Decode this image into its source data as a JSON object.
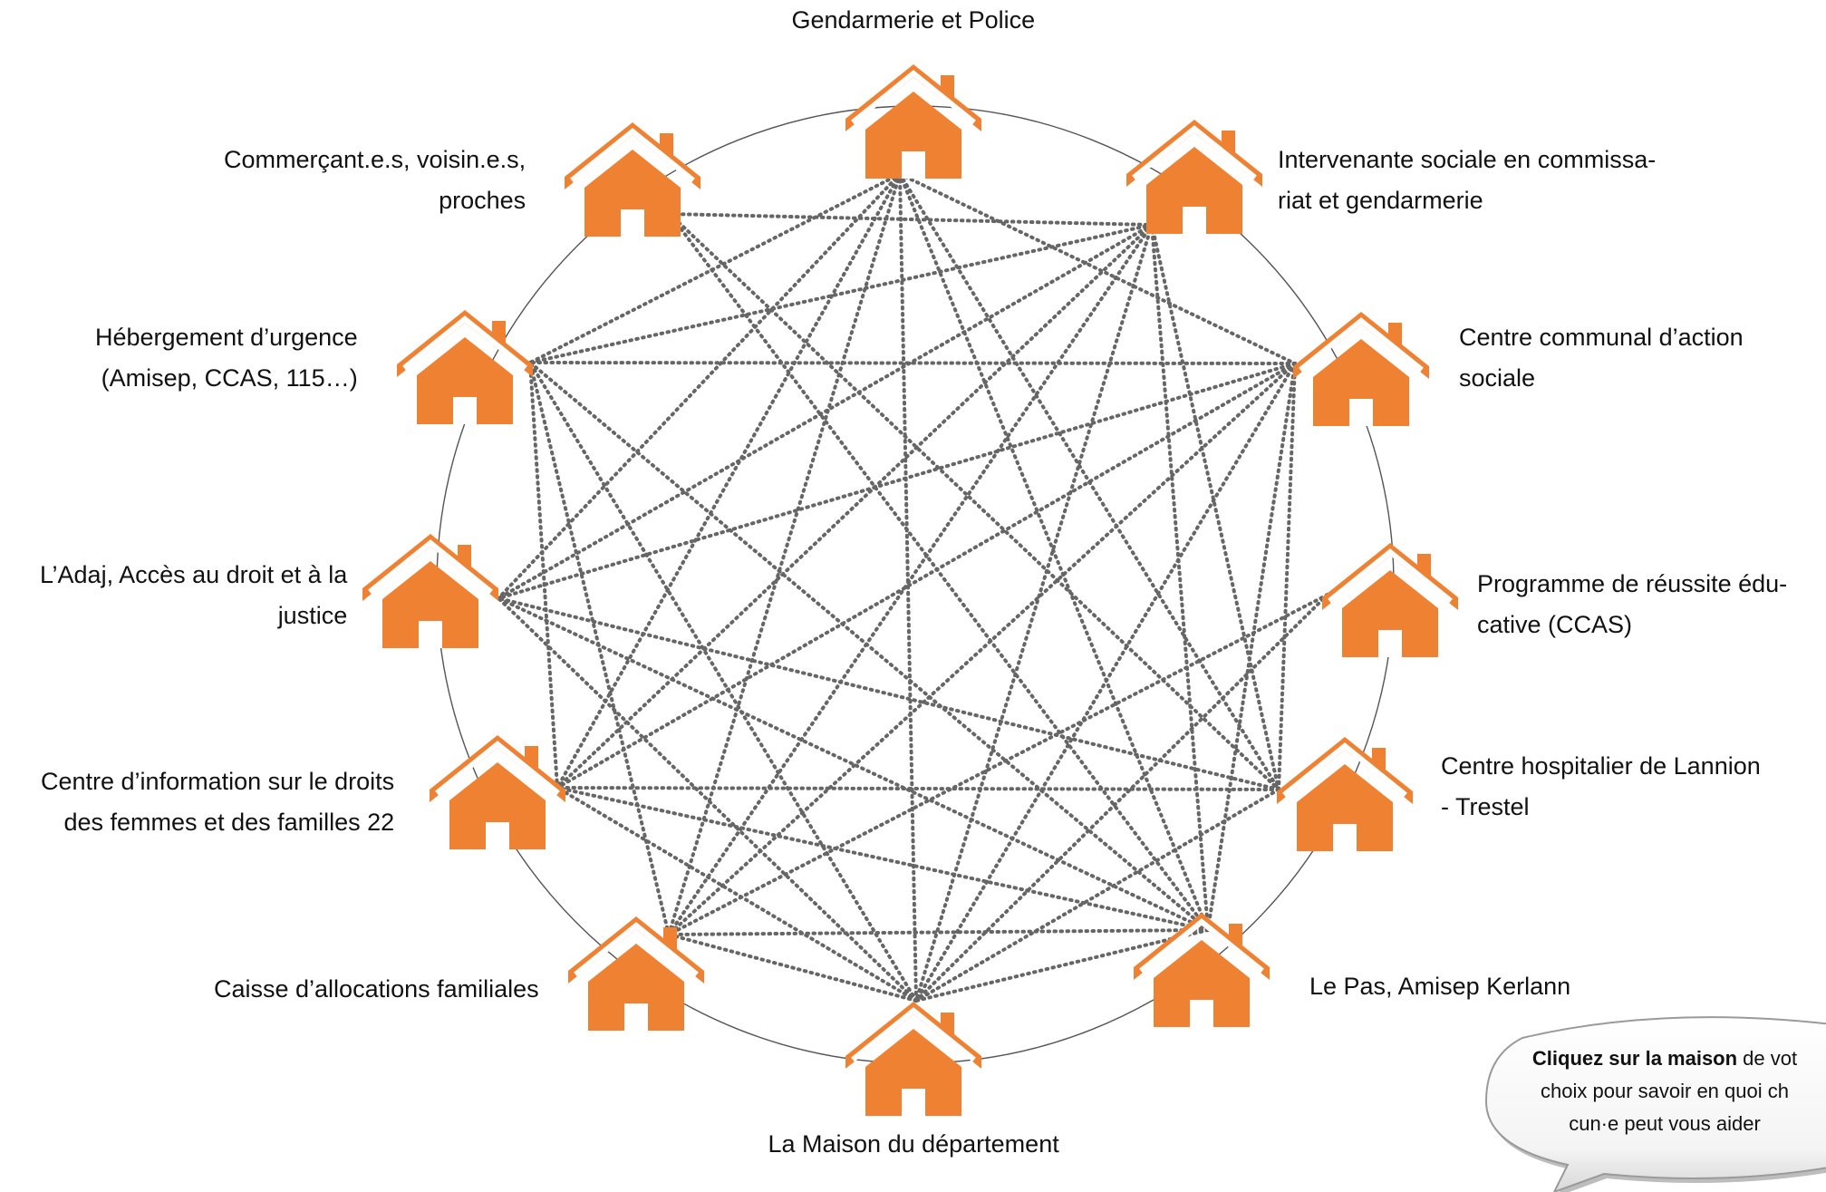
{
  "diagram": {
    "colors": {
      "house": "#ef8133",
      "house_stroke": "#ffffff",
      "circle": "#555555",
      "connection": "#666666",
      "label": "#111111"
    },
    "nodes": [
      {
        "id": "gendarmerie",
        "label_lines": [
          "Gendarmerie et Police"
        ]
      },
      {
        "id": "intervenante",
        "label_lines": [
          "Intervenante sociale en commissa-",
          "riat et gendarmerie"
        ]
      },
      {
        "id": "ccas",
        "label_lines": [
          "Centre communal d’action",
          "sociale"
        ]
      },
      {
        "id": "reussite",
        "label_lines": [
          "Programme de réussite édu-",
          "cative (CCAS)"
        ]
      },
      {
        "id": "hopital",
        "label_lines": [
          "Centre hospitalier de Lannion",
          "- Trestel"
        ]
      },
      {
        "id": "lepas",
        "label_lines": [
          "Le Pas, Amisep Kerlann"
        ]
      },
      {
        "id": "maison-departement",
        "label_lines": [
          "La Maison du département"
        ]
      },
      {
        "id": "caf",
        "label_lines": [
          "Caisse d’allocations familiales"
        ]
      },
      {
        "id": "cidff",
        "label_lines": [
          "Centre d’information sur le droits",
          "des femmes et des familles 22"
        ]
      },
      {
        "id": "adaj",
        "label_lines": [
          "L’Adaj, Accès au droit et à la",
          "justice"
        ]
      },
      {
        "id": "hebergement",
        "label_lines": [
          "Hébergement d’urgence",
          "(Amisep, CCAS, 115…)"
        ]
      },
      {
        "id": "commercants",
        "label_lines": [
          "Commerçant.e.s, voisin.e.s,",
          "proches"
        ]
      }
    ],
    "connections": [
      [
        "commercants",
        "intervenante"
      ],
      [
        "commercants",
        "hopital"
      ],
      [
        "commercants",
        "lepas"
      ],
      [
        "gendarmerie",
        "hebergement"
      ],
      [
        "gendarmerie",
        "adaj"
      ],
      [
        "gendarmerie",
        "cidff"
      ],
      [
        "gendarmerie",
        "caf"
      ],
      [
        "gendarmerie",
        "maison-departement"
      ],
      [
        "gendarmerie",
        "lepas"
      ],
      [
        "gendarmerie",
        "hopital"
      ],
      [
        "gendarmerie",
        "ccas"
      ],
      [
        "intervenante",
        "hebergement"
      ],
      [
        "intervenante",
        "adaj"
      ],
      [
        "intervenante",
        "cidff"
      ],
      [
        "intervenante",
        "caf"
      ],
      [
        "intervenante",
        "maison-departement"
      ],
      [
        "intervenante",
        "lepas"
      ],
      [
        "intervenante",
        "hopital"
      ],
      [
        "ccas",
        "hebergement"
      ],
      [
        "ccas",
        "adaj"
      ],
      [
        "ccas",
        "cidff"
      ],
      [
        "ccas",
        "caf"
      ],
      [
        "ccas",
        "maison-departement"
      ],
      [
        "ccas",
        "lepas"
      ],
      [
        "ccas",
        "hopital"
      ],
      [
        "reussite",
        "caf"
      ],
      [
        "reussite",
        "maison-departement"
      ],
      [
        "hopital",
        "adaj"
      ],
      [
        "hopital",
        "cidff"
      ],
      [
        "hopital",
        "maison-departement"
      ],
      [
        "lepas",
        "hebergement"
      ],
      [
        "lepas",
        "adaj"
      ],
      [
        "lepas",
        "cidff"
      ],
      [
        "lepas",
        "caf"
      ],
      [
        "lepas",
        "maison-departement"
      ],
      [
        "maison-departement",
        "hebergement"
      ],
      [
        "maison-departement",
        "adaj"
      ],
      [
        "maison-departement",
        "cidff"
      ],
      [
        "maison-departement",
        "caf"
      ],
      [
        "caf",
        "hebergement"
      ],
      [
        "cidff",
        "hebergement"
      ]
    ]
  },
  "callout": {
    "bold_text": "Cliquez sur la maison",
    "rest_line1": " de vot",
    "line2": "choix pour savoir en quoi ch",
    "line3": "cun·e peut vous aider"
  }
}
